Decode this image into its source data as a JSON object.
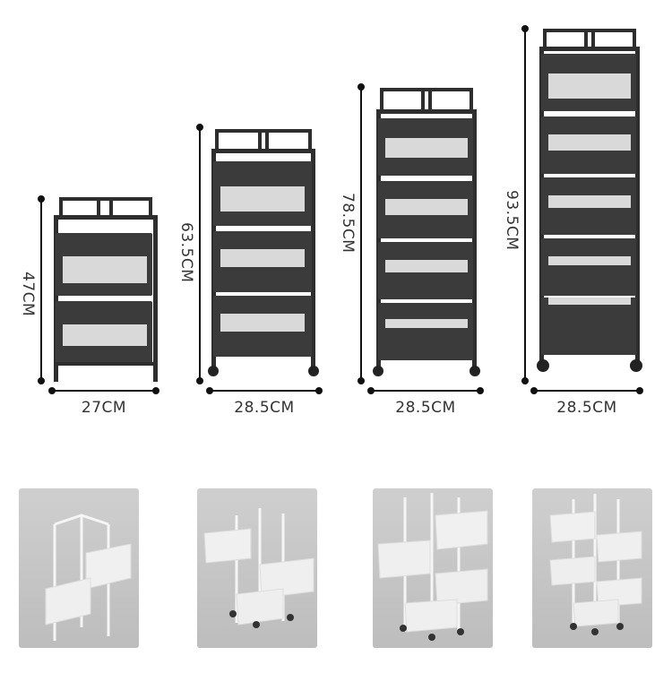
{
  "products": [
    {
      "height_label": "47CM",
      "width_label": "27CM"
    },
    {
      "height_label": "63.5CM",
      "width_label": "28.5CM"
    },
    {
      "height_label": "78.5CM",
      "width_label": "28.5CM"
    },
    {
      "height_label": "93.5CM",
      "width_label": "28.5CM"
    }
  ],
  "colors": {
    "rack": "#3a3a3a",
    "mesh": "#d8d8d8",
    "photo_bg": "#c6c6c6",
    "white_rack": "#f2f2f2"
  },
  "photos": [
    {
      "icon": "white-rack-2-tier-photo"
    },
    {
      "icon": "white-rack-3-tier-photo"
    },
    {
      "icon": "white-rack-4-tier-photo"
    },
    {
      "icon": "white-rack-5-tier-photo"
    }
  ]
}
